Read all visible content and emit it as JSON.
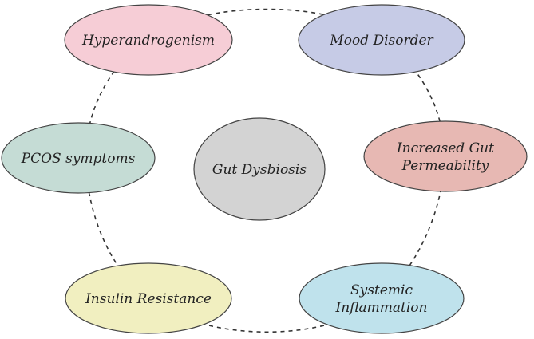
{
  "diagram": {
    "center": {
      "lines": [
        "Gut Dysbiosis"
      ],
      "fill": "#d3d3d3"
    },
    "nodes": [
      {
        "id": "hyperandrogenism",
        "lines": [
          "Hyperandrogenism"
        ],
        "fill": "#f6cdd6"
      },
      {
        "id": "mood-disorder",
        "lines": [
          "Mood Disorder"
        ],
        "fill": "#c6cbe6"
      },
      {
        "id": "increased-gut-permeability",
        "lines": [
          "Increased Gut",
          "Permeability"
        ],
        "fill": "#e7b8b3"
      },
      {
        "id": "systemic-inflammation",
        "lines": [
          "Systemic",
          "Inflammation"
        ],
        "fill": "#bfe2ec"
      },
      {
        "id": "insulin-resistance",
        "lines": [
          "Insulin Resistance"
        ],
        "fill": "#f1efc0"
      },
      {
        "id": "pcos-symptoms",
        "lines": [
          "PCOS symptoms"
        ],
        "fill": "#c5dcd5"
      }
    ],
    "ring_style": "dashed"
  }
}
